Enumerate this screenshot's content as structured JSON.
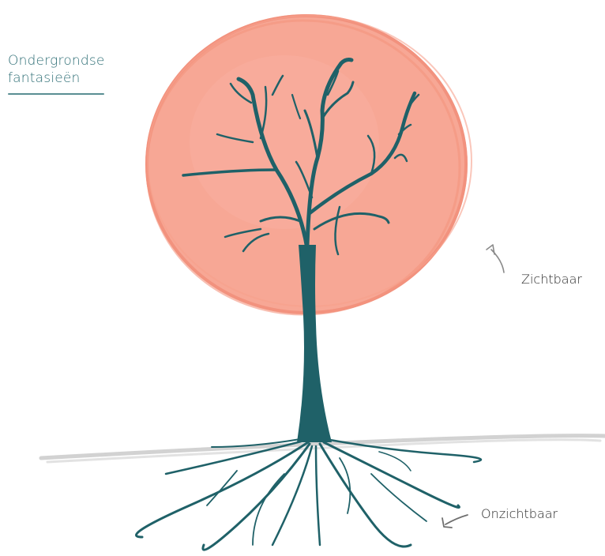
{
  "title": {
    "line1": "Ondergrondse",
    "line2": "fantasieën"
  },
  "labels": {
    "visible": "Zichtbaar",
    "invisible": "Onzichtbaar"
  },
  "colors": {
    "sun": "#f7a28f",
    "sun_edge": "#f08d78",
    "tree": "#1f6168",
    "ground": "#bcbcbc",
    "accent_text": "#2f6f76",
    "arrow": "#8a8a8a"
  }
}
